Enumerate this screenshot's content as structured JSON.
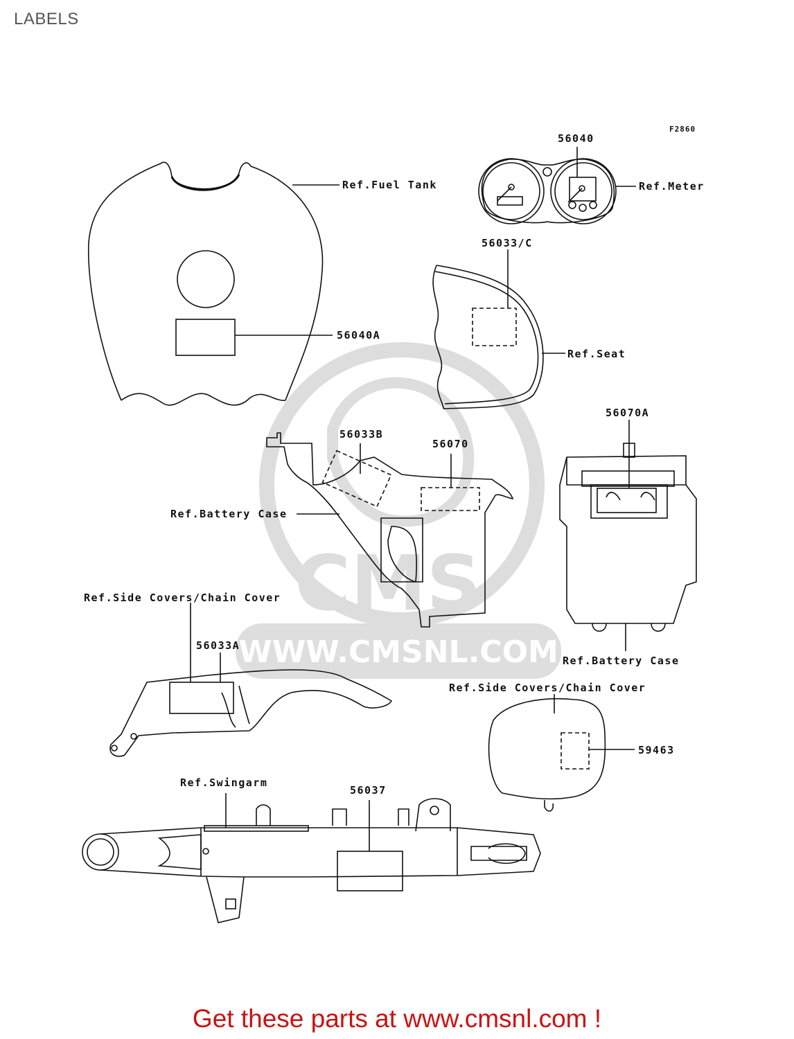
{
  "page": {
    "title": "LABELS",
    "figure_code": "F2860"
  },
  "watermark": {
    "logo_text": "CMS",
    "url_text": "WWW.CMSNL.COM"
  },
  "labels": {
    "ref_fuel_tank": "Ref.Fuel Tank",
    "part_56040A": "56040A",
    "part_56040": "56040",
    "ref_meter": "Ref.Meter",
    "part_56033C": "56033/C",
    "ref_seat": "Ref.Seat",
    "part_56070A": "56070A",
    "part_56033B": "56033B",
    "part_56070": "56070",
    "ref_battery_case_1": "Ref.Battery Case",
    "ref_battery_case_2": "Ref.Battery Case",
    "ref_side_covers_1": "Ref.Side Covers/Chain Cover",
    "part_56033A": "56033A",
    "ref_side_covers_2": "Ref.Side Covers/Chain Cover",
    "part_59463": "59463",
    "ref_swingarm": "Ref.Swingarm",
    "part_56037": "56037"
  },
  "footer": {
    "text": "Get these parts at www.cmsnl.com !"
  },
  "colors": {
    "line": "#111111",
    "footer": "#cc1111",
    "watermark": "#d9d9d9"
  }
}
